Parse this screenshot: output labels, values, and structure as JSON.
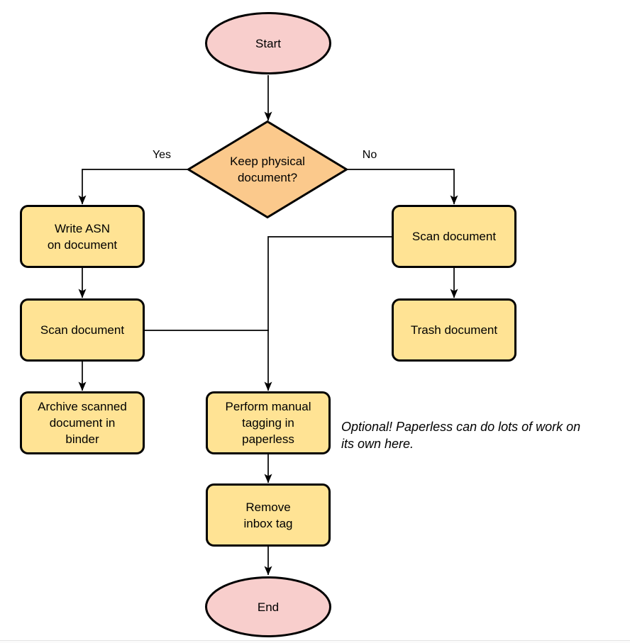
{
  "colors": {
    "terminal_fill": "#F8CECC",
    "decision_fill": "#FBC98C",
    "process_fill": "#FFE394",
    "stroke": "#000000"
  },
  "nodes": {
    "start": {
      "label": [
        "Start"
      ]
    },
    "decision": {
      "label": [
        "Keep physical",
        "document?"
      ]
    },
    "write_asn": {
      "label": [
        "Write ASN",
        "on document"
      ]
    },
    "scan_left": {
      "label": [
        "Scan document"
      ]
    },
    "archive": {
      "label": [
        "Archive scanned",
        "document in",
        "binder"
      ]
    },
    "scan_right": {
      "label": [
        "Scan document"
      ]
    },
    "trash": {
      "label": [
        "Trash document"
      ]
    },
    "tagging": {
      "label": [
        "Perform manual",
        "tagging in",
        "paperless"
      ]
    },
    "remove_inbox": {
      "label": [
        "Remove",
        "inbox tag"
      ]
    },
    "end": {
      "label": [
        "End"
      ]
    }
  },
  "edge_labels": {
    "yes": "Yes",
    "no": "No"
  },
  "note": [
    "Optional! Paperless can do lots of work on",
    "its own here."
  ]
}
